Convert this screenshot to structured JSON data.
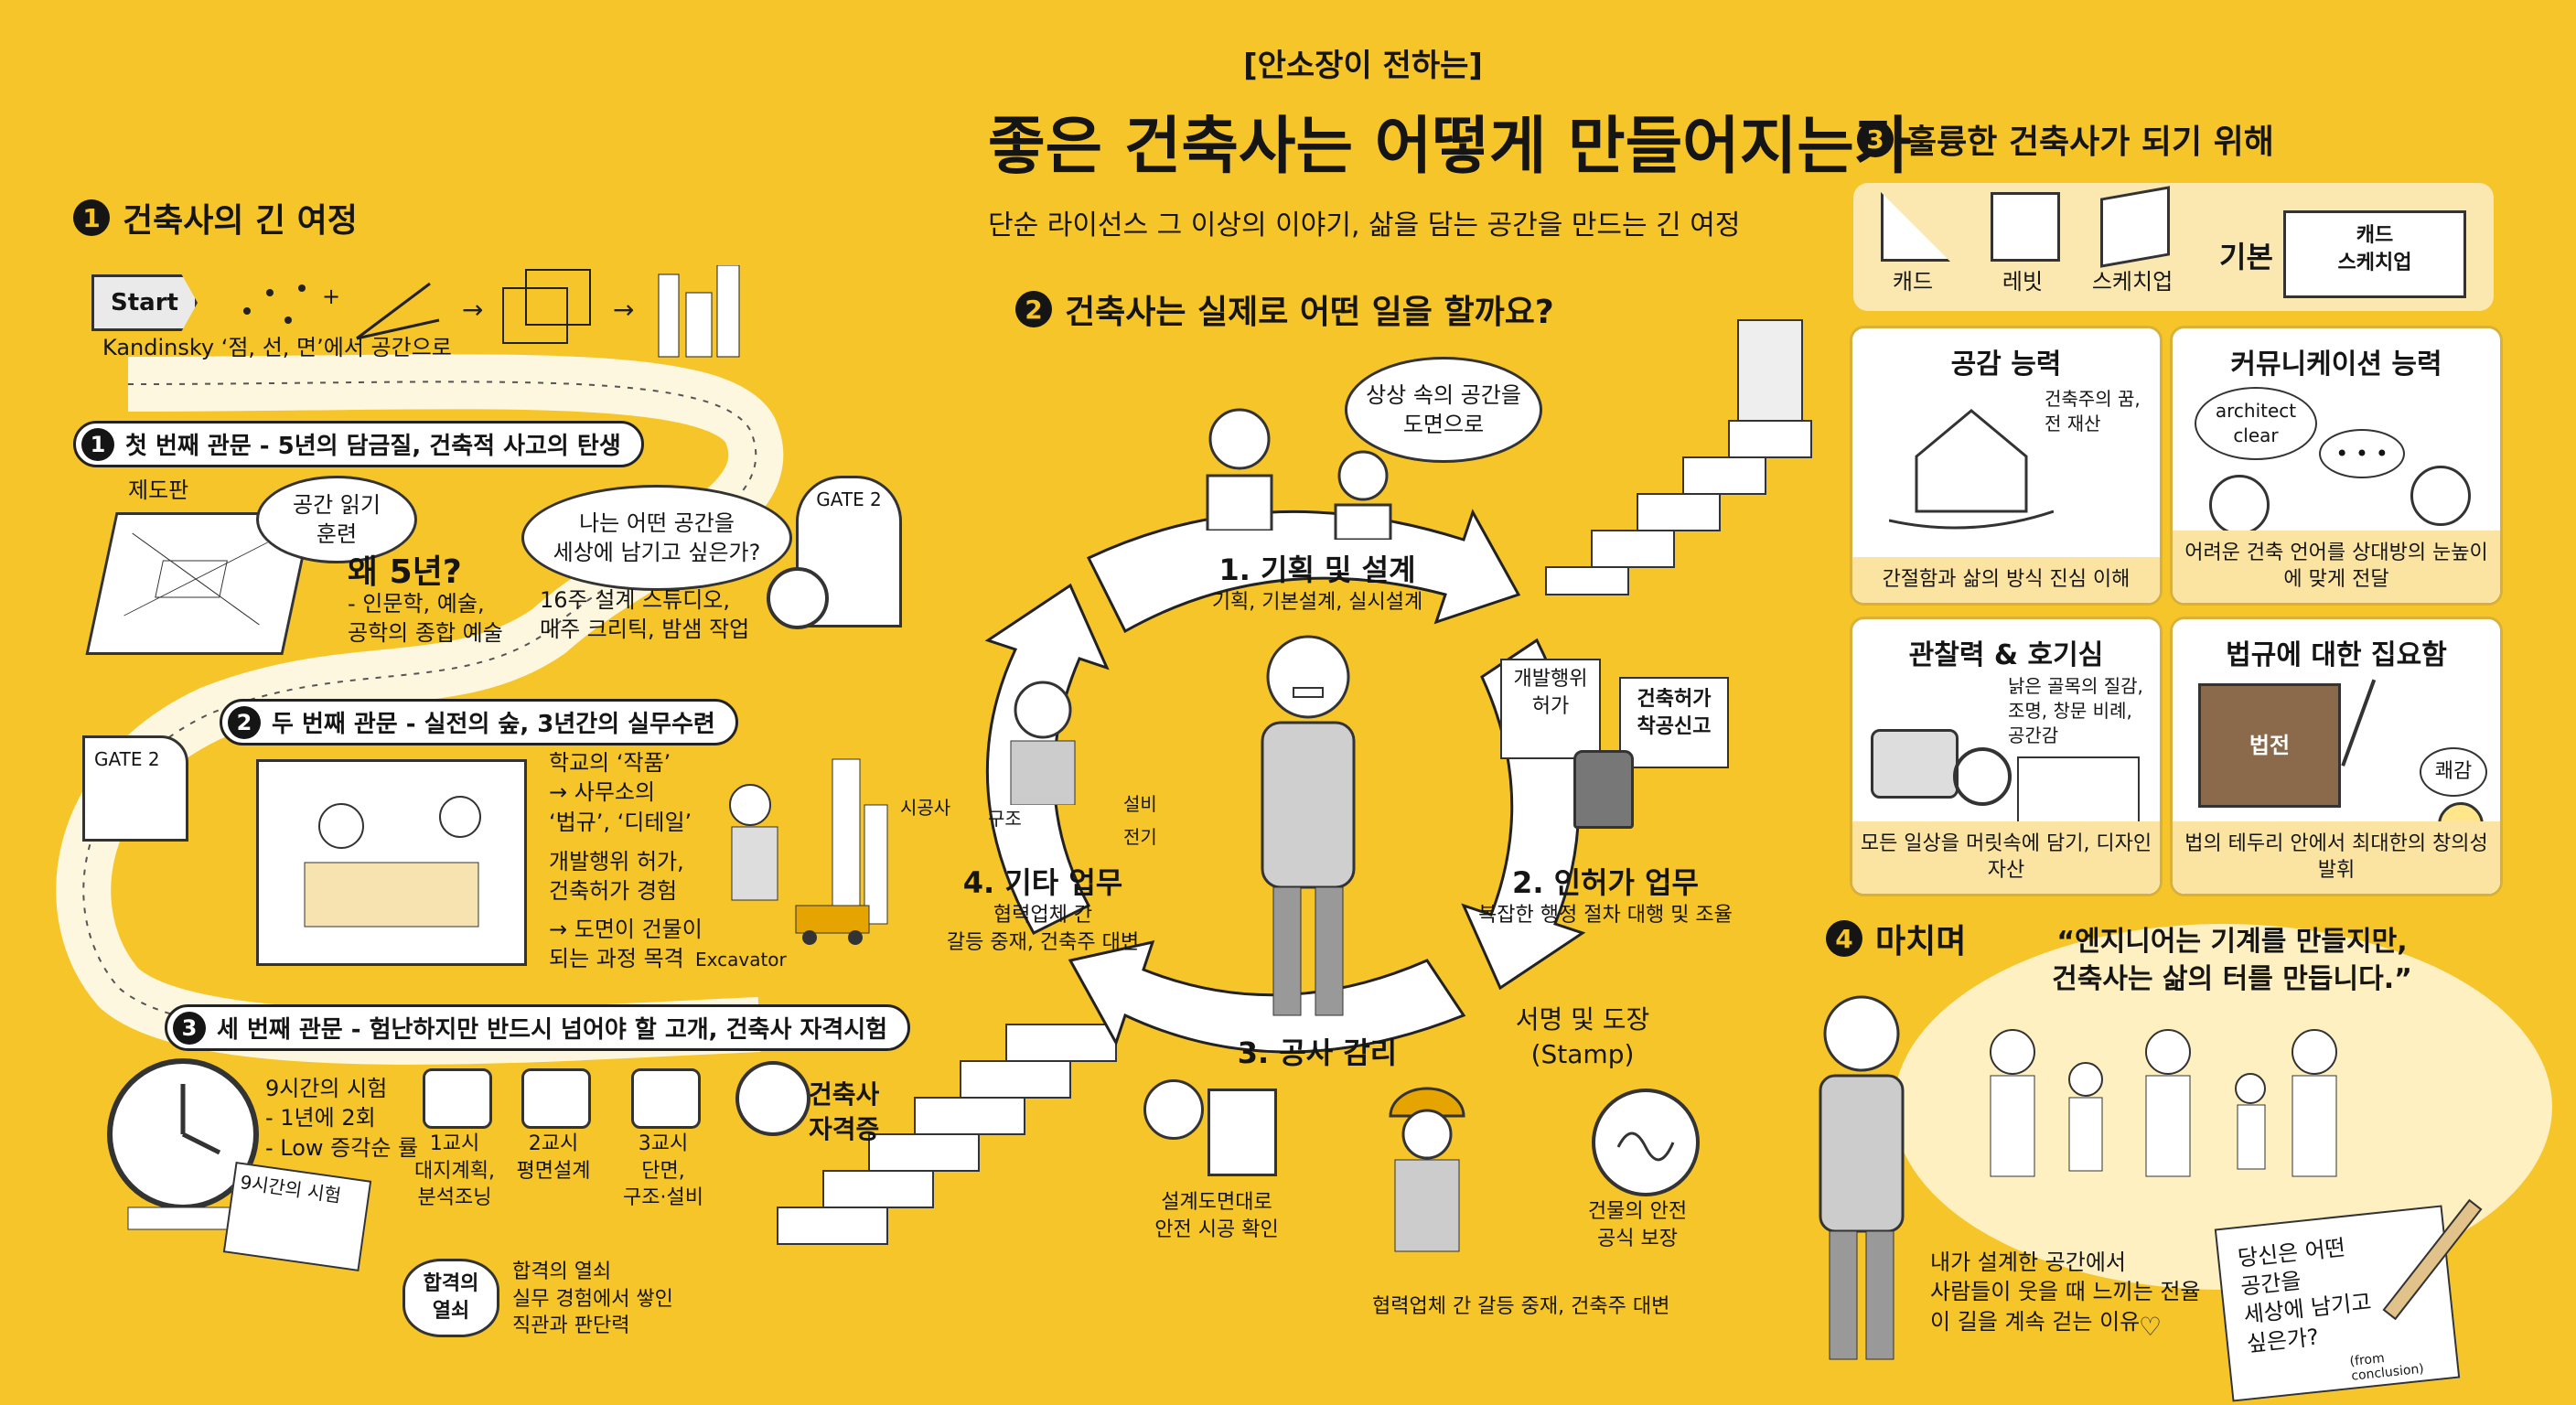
{
  "header": {
    "tag": "[안소장이 전하는]",
    "title": "좋은 건축사는 어떻게 만들어지는가",
    "subtitle": "단순 라이선스 그 이상의 이야기, 삶을 담는 공간을 만드는 긴 여정"
  },
  "section1": {
    "number": "1",
    "title": "건축사의 긴 여정",
    "start_label": "Start",
    "start_caption": "Kandinsky ‘점, 선, 면’에서 공간으로",
    "plus": "+",
    "stage1": {
      "number": "1",
      "title": "첫 번째 관문 - 5년의 담금질, 건축적 사고의 탄생",
      "board_label": "제도판",
      "bubble": "공간 읽기\n훈련",
      "why_title": "왜 5년?",
      "why_text": "- 인문학, 예술,\n  공학의 종합 예술",
      "thought_bubble": "나는 어떤 공간을\n세상에 남기고 싶은가?",
      "studio_text": "16주 설계 스튜디오,\n매주 크리틱, 밤샘 작업",
      "gate_label": "GATE 2"
    },
    "stage2": {
      "number": "2",
      "title": "두 번째 관문 - 실전의 숲, 3년간의 실무수련",
      "gate_label": "GATE 2",
      "notes": [
        "학교의 ‘작품’\n→ 사무소의\n‘법규’, ‘디테일’",
        "개발행위 허가,\n건축허가 경험",
        "→ 도면이 건물이\n되는 과정 목격"
      ],
      "excavator_label": "Excavator"
    },
    "stage3": {
      "number": "3",
      "title": "세 번째 관문 - 험난하지만 반드시 넘어야 할 고개, 건축사 자격시험",
      "exam_text": "9시간의 시험\n- 1년에 2회\n- Low 증각순 률",
      "paper_label": "9시간의 시험",
      "sessions": [
        "1교시\n대지계획,\n분석조닝",
        "2교시\n평면설계",
        "3교시\n단면,\n구조·설비"
      ],
      "license": "건축사\n자격증",
      "badge": "합격의\n열쇠",
      "key_text": "합격의 열쇠\n실무 경험에서 쌓인\n직관과 판단력"
    }
  },
  "section2": {
    "number": "2",
    "title": "건축사는 실제로 어떤 일을 할까요?",
    "thought": "상상 속의 공간을\n도면으로",
    "cycle": [
      {
        "title": "1. 기획 및 설계",
        "desc": "기획, 기본설계, 실시설계"
      },
      {
        "title": "2. 인허가 업무",
        "desc": "복잡한 행정 절차 대행 및 조율"
      },
      {
        "title": "3. 공사 감리",
        "desc": ""
      },
      {
        "title": "4. 기타 업무",
        "desc": "협력업체 간\n갈등 중재, 건축주 대변"
      }
    ],
    "docs": [
      "개발행위\n허가",
      "건축허가\n착공신고"
    ],
    "team": [
      "시공사",
      "구조",
      "설비",
      "전기"
    ],
    "supervision_note": "설계도면대로\n안전 시공 확인",
    "signature_title": "서명 및 도장\n(Stamp)",
    "signature_note": "건물의 안전\n공식 보장",
    "bottom_note": "협력업체 간 갈등 중재, 건축주 대변"
  },
  "section3": {
    "number": "3",
    "title": "훌륭한 건축사가 되기 위해",
    "basics": {
      "items": [
        "캐드",
        "레빗",
        "스케치업"
      ],
      "label": "기본",
      "book": "캐드\n스케치업"
    },
    "cards": [
      {
        "title": "공감 능력",
        "note": "건축주의 꿈,\n전 재산",
        "foot": "간절함과 삶의 방식 진심 이해"
      },
      {
        "title": "커뮤니케이션 능력",
        "bubble": "architect\nclear",
        "dots": "• • •",
        "foot": "어려운 건축 언어를\n상대방의 눈높이에 맞게 전달"
      },
      {
        "title": "관찰력 & 호기심",
        "note": "낡은 골목의 질감,\n조명, 창문 비례,\n공간감",
        "foot": "모든 일상을 머릿속에 담기,\n디자인 자산"
      },
      {
        "title": "법규에 대한 집요함",
        "book": "법전",
        "bubble": "쾌감",
        "foot": "법의 테두리 안에서\n최대한의 창의성 발휘"
      }
    ]
  },
  "section4": {
    "number": "4",
    "title": "마치며",
    "quote": "“엔지니어는 기계를 만들지만,\n건축사는 삶의 터를 만듭니다.”",
    "closing": "내가 설계한 공간에서\n사람들이 웃을 때 느끼는 전율\n이 길을 계속 걷는 이유",
    "note": "당신은 어떤\n공간을\n세상에 남기고\n싶은가?",
    "note_small": "(from conclusion)"
  },
  "colors": {
    "background": "#f6c52a",
    "ink": "#151515",
    "card": "#ffffff",
    "card_foot": "#fbe4a2"
  }
}
